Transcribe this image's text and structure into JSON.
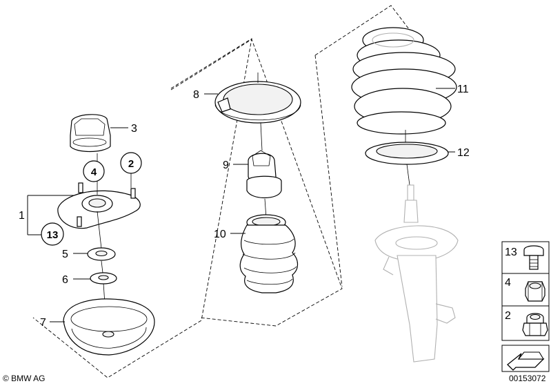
{
  "callouts": {
    "1": "1",
    "2": "2",
    "3": "3",
    "4": "4",
    "5": "5",
    "6": "6",
    "7": "7",
    "8": "8",
    "9": "9",
    "10": "10",
    "11": "11",
    "12": "12",
    "13": "13"
  },
  "legend": {
    "items": [
      {
        "number": "13",
        "part": "bolt"
      },
      {
        "number": "4",
        "part": "nut"
      },
      {
        "number": "2",
        "part": "self-locking nut"
      }
    ]
  },
  "footer": {
    "copyright": "© BMW AG",
    "diagram_id": "00153072"
  }
}
